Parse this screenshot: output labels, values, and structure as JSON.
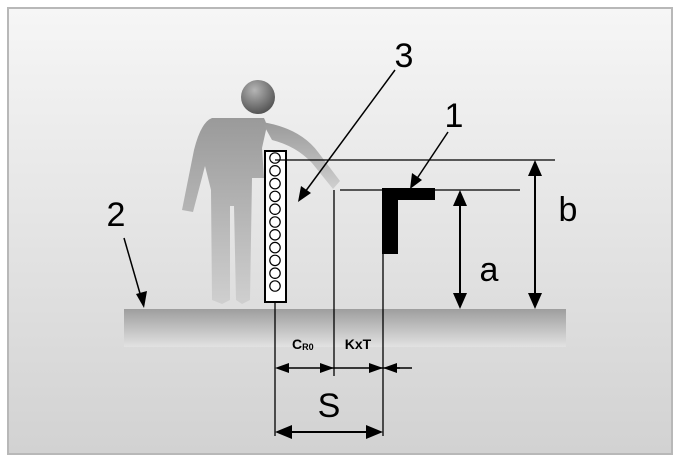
{
  "labels": {
    "callout_1": "1",
    "callout_2": "2",
    "callout_3": "3",
    "dim_a": "a",
    "dim_b": "b",
    "dim_s": "S",
    "cr0_main": "C",
    "cr0_sub": "R0",
    "kxt": "KxT"
  },
  "colors": {
    "frame_border": "#b8b8b8",
    "bg_top": "#f6f6f6",
    "bg_bottom": "#d2d2d2",
    "person_head_light": "#b5b5b5",
    "person_head_dark": "#4e4e4e",
    "person_body_top": "#9a9a9a",
    "person_body_bottom": "#cfcfcf",
    "floor_top": "#9e9e9e",
    "floor_bottom": "#e2e2e2",
    "machine": "#000000",
    "lines": "#000000"
  },
  "icons": {
    "person": "person-silhouette-icon",
    "light_curtain": "light-curtain-icon",
    "hazard_machine": "machine-hazard-icon",
    "floor": "floor-icon"
  }
}
